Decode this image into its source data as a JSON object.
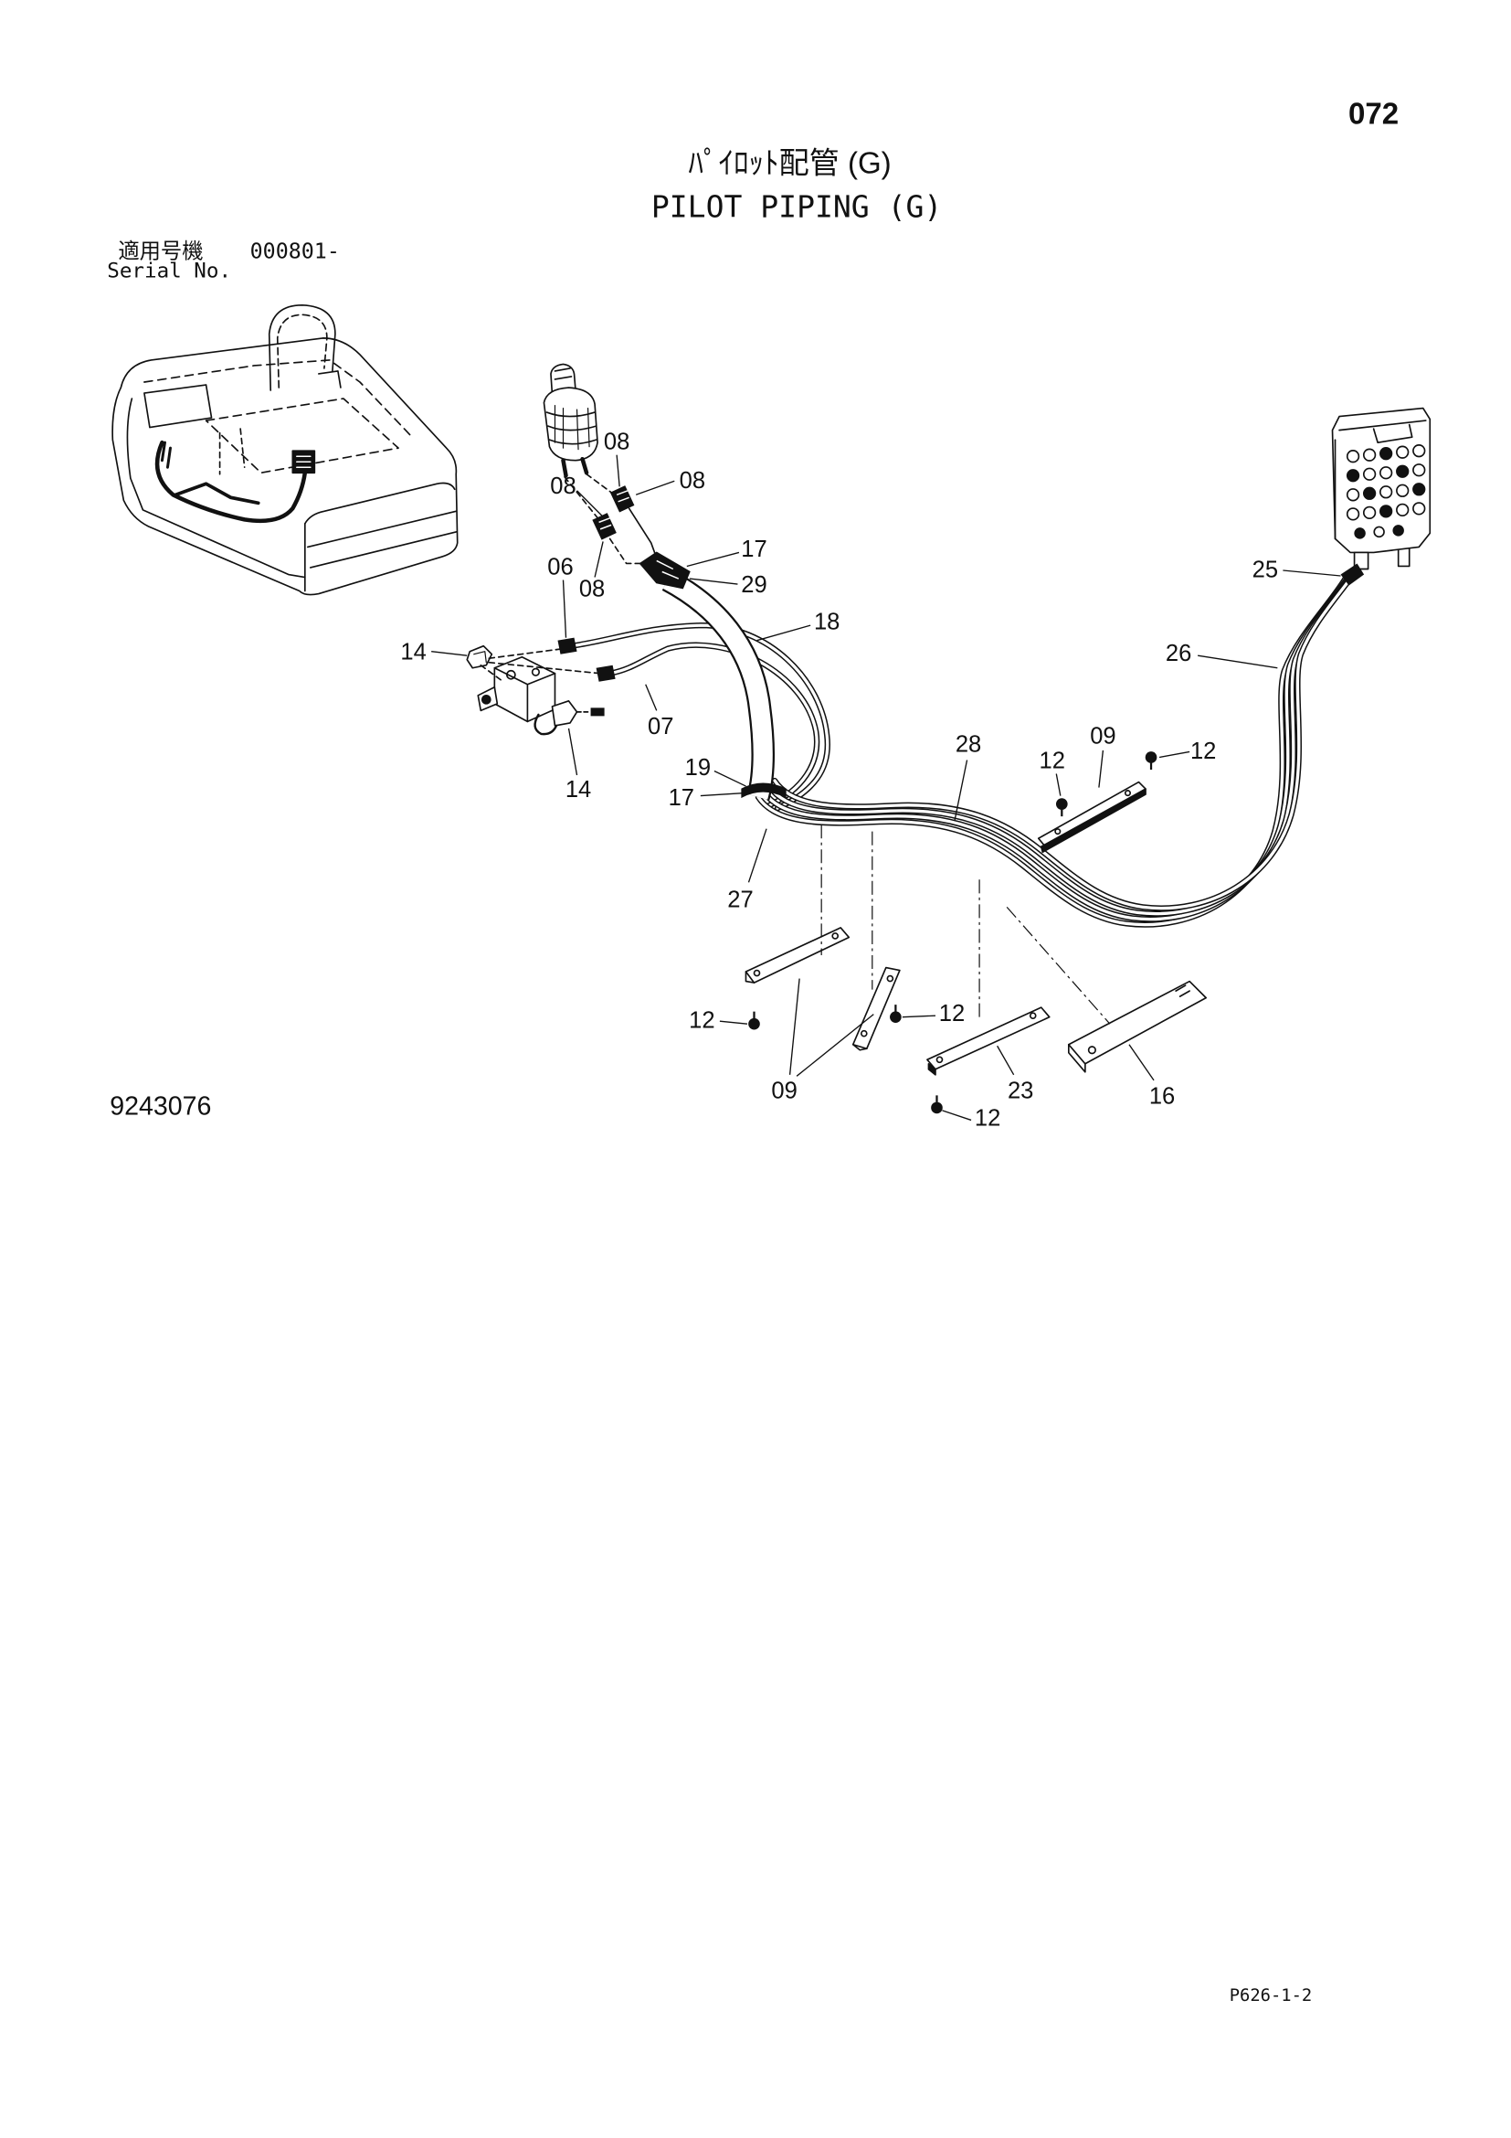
{
  "page_number": "072",
  "title_jp": "ﾊﾟｲﾛｯﾄ配管 (G)",
  "title_en": "PILOT PIPING (G)",
  "serial": {
    "label_jp": "適用号機",
    "value": "000801-",
    "label_en": "Serial No."
  },
  "drawing_number": "9243076",
  "page_code": "P626-1-2",
  "callouts": [
    "08",
    "08",
    "08",
    "08",
    "17",
    "29",
    "06",
    "18",
    "14",
    "14",
    "07",
    "19",
    "17",
    "28",
    "09",
    "12",
    "12",
    "27",
    "25",
    "26",
    "12",
    "12",
    "09",
    "23",
    "12",
    "16"
  ]
}
